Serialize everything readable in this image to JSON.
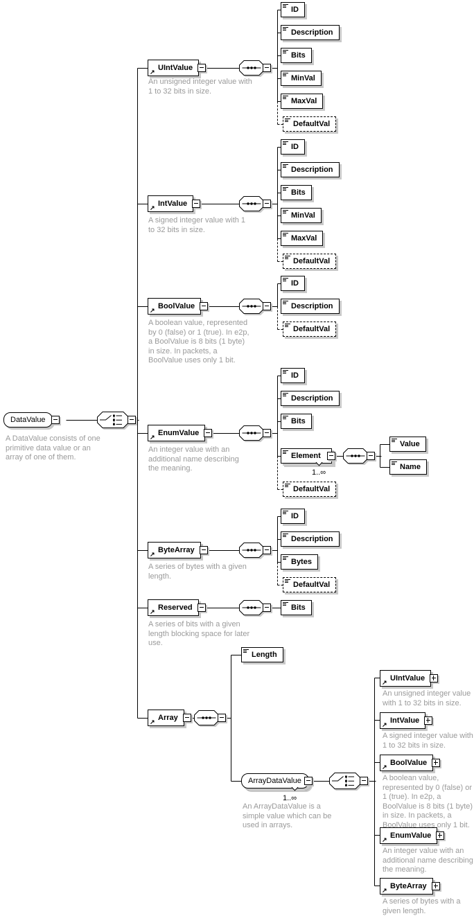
{
  "root": {
    "label": "DataValue",
    "annotation": "A DataValue consists of one primitive data value or an array of one of them."
  },
  "occursLabel": "1..∞",
  "labels": {
    "uintvalue": "UIntValue",
    "intvalue": "IntValue",
    "boolvalue": "BoolValue",
    "enumvalue": "EnumValue",
    "bytearray": "ByteArray",
    "reserved": "Reserved",
    "array": "Array",
    "arraydatavalue": "ArrayDataValue",
    "id": "ID",
    "description": "Description",
    "bits": "Bits",
    "minval": "MinVal",
    "maxval": "MaxVal",
    "defaultval": "DefaultVal",
    "bytes": "Bytes",
    "element": "Element",
    "value": "Value",
    "name": "Name",
    "length": "Length"
  },
  "annotations": {
    "uintvalue": "An unsigned integer value with 1 to 32 bits in size.",
    "intvalue": "A signed integer value with 1 to 32 bits in size.",
    "boolvalue": "A boolean value, represented by 0 (false) or 1 (true). In e2p, a BoolValue is 8 bits (1 byte) in size. In packets, a BoolValue uses only 1 bit.",
    "enumvalue": "An integer value with an additional name describing the meaning.",
    "bytearray": "A series of bytes with a given length.",
    "reserved": "A series of bits with a given length blocking space for later use.",
    "arraydatavalue": "An ArrayDataValue is a simple value which can be used in arrays."
  },
  "colors": {
    "line": "#000000",
    "shadow": "#c8c8c8",
    "annotation_text": "#9a9a9a",
    "box_background": "#ffffff"
  }
}
